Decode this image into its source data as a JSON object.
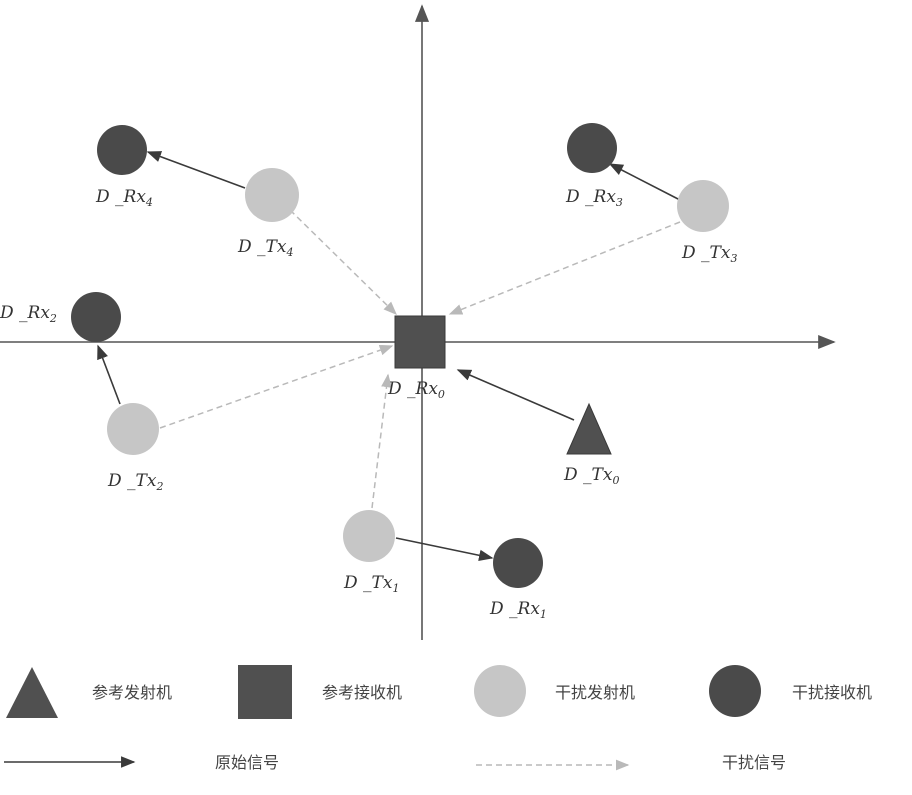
{
  "colors": {
    "axis": "#555555",
    "signal": "#3a3a3a",
    "interference": "#b9b9b9",
    "transmitter_fill": "#c6c6c6",
    "receiver_fill": "#4a4a4a",
    "reference_fill": "#505050"
  },
  "nodes": {
    "rx0": {
      "prefix": "D _Rx",
      "sub": "0"
    },
    "tx0": {
      "prefix": "D _Tx",
      "sub": "0"
    },
    "rx1": {
      "prefix": "D _Rx",
      "sub": "1"
    },
    "tx1": {
      "prefix": "D _Tx",
      "sub": "1"
    },
    "rx2": {
      "prefix": "D _Rx",
      "sub": "2"
    },
    "tx2": {
      "prefix": "D _Tx",
      "sub": "2"
    },
    "rx3": {
      "prefix": "D _Rx",
      "sub": "3"
    },
    "tx3": {
      "prefix": "D _Tx",
      "sub": "3"
    },
    "rx4": {
      "prefix": "D _Rx",
      "sub": "4"
    },
    "tx4": {
      "prefix": "D _Tx",
      "sub": "4"
    }
  },
  "legend": {
    "reference_transmitter": "参考发射机",
    "reference_receiver": "参考接收机",
    "interfering_transmitter": "干扰发射机",
    "interfering_receiver": "干扰接收机",
    "original_signal": "原始信号",
    "interference_signal": "干扰信号"
  }
}
